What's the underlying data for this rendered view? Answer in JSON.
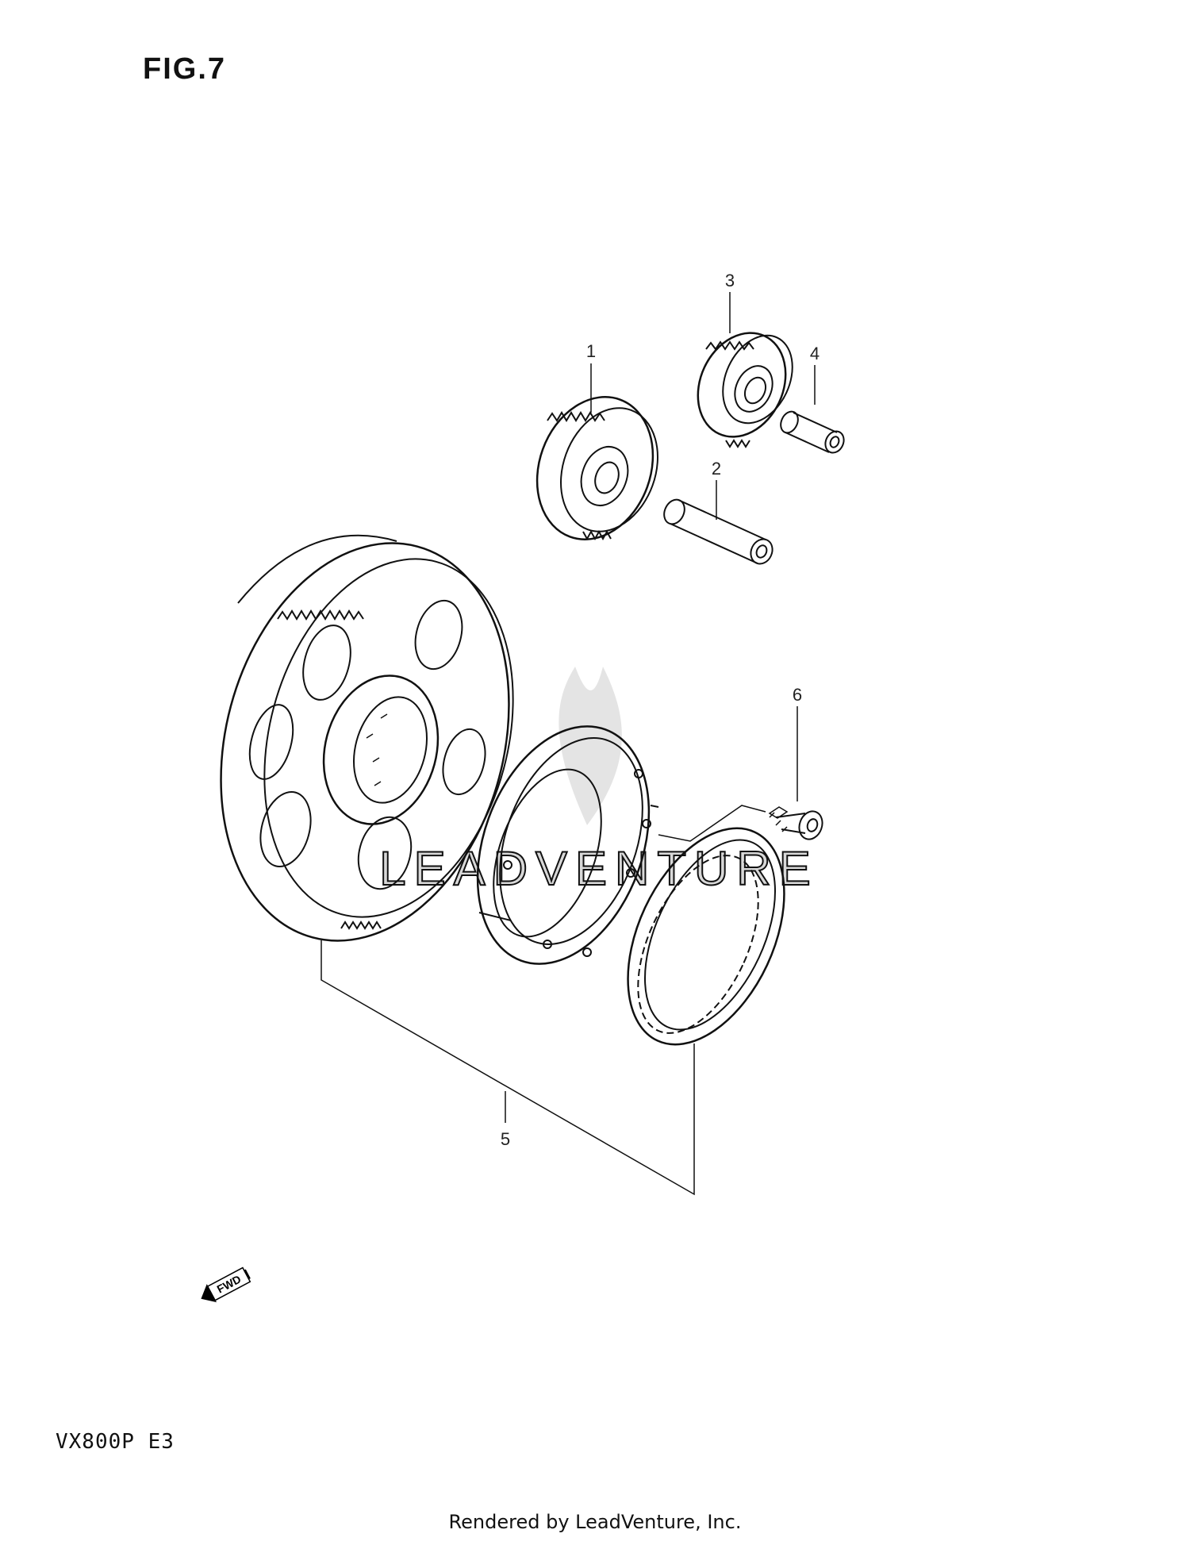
{
  "header": {
    "figure_label": "FIG.7"
  },
  "callouts": [
    {
      "id": "1",
      "label": "1"
    },
    {
      "id": "2",
      "label": "2"
    },
    {
      "id": "3",
      "label": "3"
    },
    {
      "id": "4",
      "label": "4"
    },
    {
      "id": "5",
      "label": "5"
    },
    {
      "id": "6",
      "label": "6"
    }
  ],
  "orientation": {
    "label": "FWD",
    "icon": "arrow-left-icon"
  },
  "watermark": {
    "text": "LEADVENTURE"
  },
  "footer": {
    "model_code": "VX800P  E3",
    "rendered_by": "Rendered by LeadVenture, Inc."
  },
  "colors": {
    "ink": "#111111",
    "watermark": "#d8d8d8",
    "background": "#ffffff"
  }
}
